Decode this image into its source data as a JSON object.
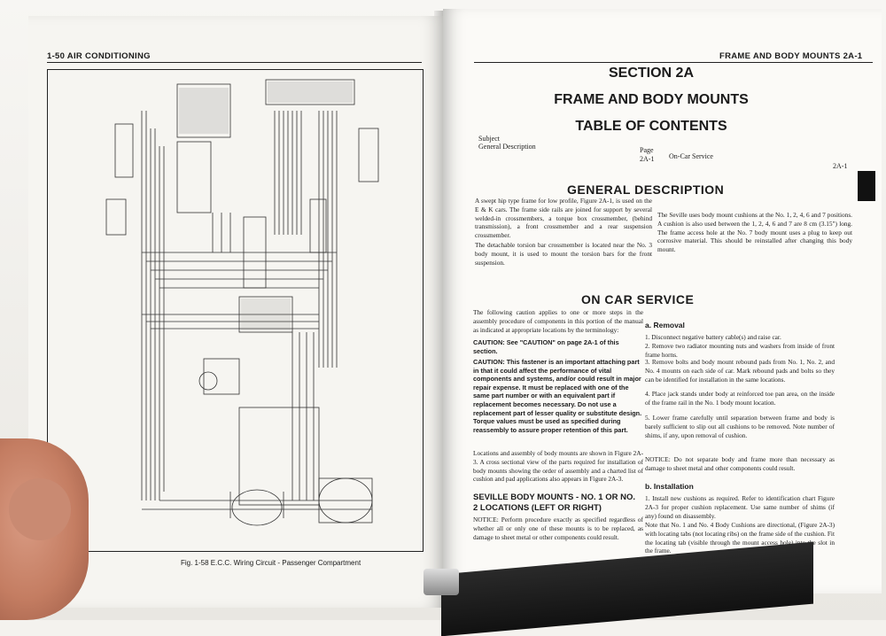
{
  "left_page": {
    "running_head": "1-50 AIR CONDITIONING",
    "figure_caption": "Fig. 1-58 E.C.C. Wiring Circuit - Passenger Compartment"
  },
  "right_page": {
    "running_head": "FRAME AND BODY MOUNTS 2A-1",
    "section": "SECTION 2A",
    "title": "FRAME AND BODY MOUNTS",
    "toc_title": "TABLE OF CONTENTS",
    "toc": {
      "subject_label": "Subject",
      "page_label": "Page",
      "entry1": "General Description",
      "entry1_page": "2A-1",
      "entry2": "On-Car Service",
      "entry2_page": "2A-1"
    },
    "general_description": {
      "heading": "GENERAL DESCRIPTION",
      "p1": "A swept hip type frame for low profile, Figure 2A-1, is used on the E & K cars. The frame side rails are joined for support by several welded-in crossmembers, a torque box crossmember, (behind transmission), a front crossmember and a rear suspension crossmember.",
      "p2": "The detachable torsion bar crossmember is located near the No. 3 body mount, it is used to mount the torsion bars for the front suspension.",
      "p3": "The Seville uses body mount cushions at the No. 1, 2, 4, 6 and 7 positions. A cushion is also used between the 1, 2, 4, 6 and 7 are 8 cm (3.15\") long. The frame access hole at the No. 7 body mount uses a plug to keep out corrosive material. This should be reinstalled after changing this body mount."
    },
    "on_car_service": {
      "heading": "ON CAR SERVICE",
      "intro": "The following caution applies to one or more steps in the assembly procedure of components in this portion of the manual as indicated at appropriate locations by the terminology:",
      "caution_ref": "CAUTION: See \"CAUTION\" on page 2A-1 of this section.",
      "caution_text": "CAUTION: This fastener is an important attaching part in that it could affect the performance of vital components and systems, and/or could result in major repair expense. It must be replaced with one of the same part number or with an equivalent part if replacement becomes necessary. Do not use a replacement part of lesser quality or substitute design. Torque values must be used as specified during reassembly to assure proper retention of this part.",
      "locations": "Locations and assembly of body mounts are shown in Figure 2A-3. A cross sectional view of the parts required for installation of body mounts showing the order of assembly and a charted list of cushion and pad applications also appears in Figure 2A-3.",
      "seville_heading": "SEVILLE BODY MOUNTS - NO. 1 OR NO. 2 LOCATIONS (LEFT OR RIGHT)",
      "notice1": "NOTICE: Perform procedure exactly as specified regardless of whether all or only one of these mounts is to be replaced, as damage to sheet metal or other components could result.",
      "removal_heading": "a. Removal",
      "r1": "1. Disconnect negative battery cable(s) and raise car.",
      "r2": "2. Remove two radiator mounting nuts and washers from inside of front frame horns.",
      "r3": "3. Remove bolts and body mount rebound pads from No. 1, No. 2, and No. 4 mounts on each side of car. Mark rebound pads and bolts so they can be identified for installation in the same locations.",
      "r4": "4. Place jack stands under body at reinforced toe pan area, on the inside of the frame rail in the No. 1 body mount location.",
      "r5": "5. Lower frame carefully until separation between frame and body is barely sufficient to slip out all cushions to be removed. Note number of shims, if any, upon removal of cushion.",
      "notice2": "NOTICE: Do not separate body and frame more than necessary as damage to sheet metal and other components could result.",
      "install_heading": "b. Installation",
      "i1": "1. Install new cushions as required. Refer to identification chart Figure 2A-3 for proper cushion replacement. Use same number of shims (if any) found on disassembly.",
      "i2": "Note that No. 1 and No. 4 Body Cushions are directional, (Figure 2A-3) with locating tabs (not locating ribs) on the frame side of the cushion. Fit the locating tab (visible through the mount access hole) into the slot in the frame."
    }
  }
}
